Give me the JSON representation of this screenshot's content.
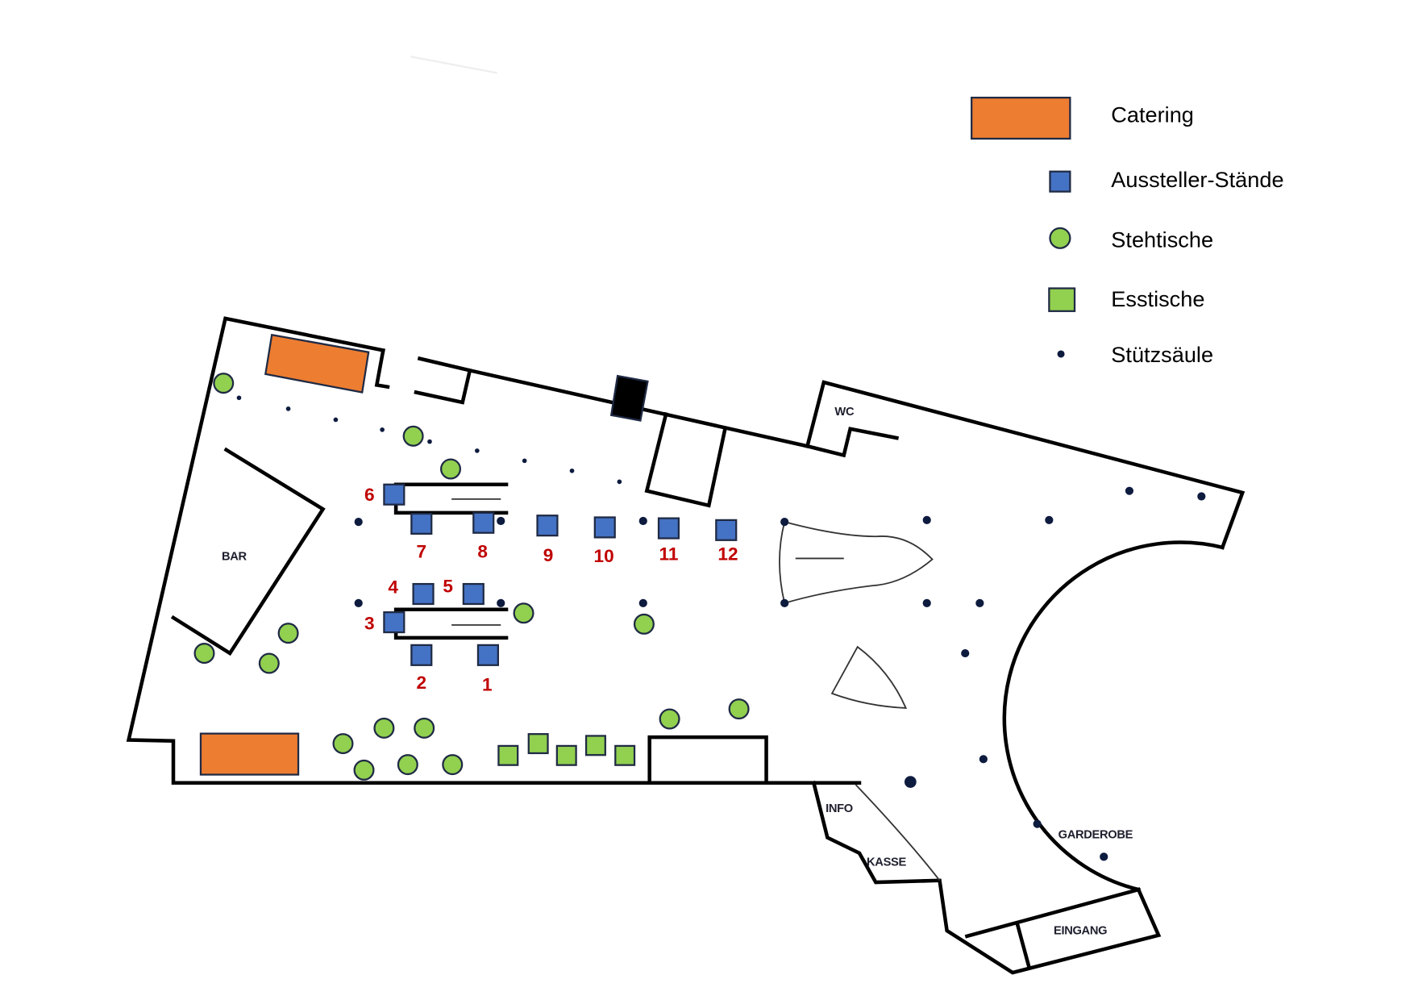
{
  "legend": {
    "items": [
      {
        "key": "catering",
        "label": "Catering",
        "color": "#ed7d31"
      },
      {
        "key": "stands",
        "label": "Aussteller-Stände",
        "color": "#4472c4"
      },
      {
        "key": "standing_tables",
        "label": "Stehtische",
        "color": "#92d050"
      },
      {
        "key": "dining_tables",
        "label": "Esstische",
        "color": "#92d050"
      },
      {
        "key": "pillar",
        "label": "Stützsäule",
        "color": "#0d1b3e"
      }
    ]
  },
  "rooms": {
    "bar": "BAR",
    "wc": "WC",
    "info": "INFO",
    "kasse": "KASSE",
    "garderobe": "GARDEROBE",
    "eingang": "EINGANG"
  },
  "stands": [
    {
      "number": "1"
    },
    {
      "number": "2"
    },
    {
      "number": "3"
    },
    {
      "number": "4"
    },
    {
      "number": "5"
    },
    {
      "number": "6"
    },
    {
      "number": "7"
    },
    {
      "number": "8"
    },
    {
      "number": "9"
    },
    {
      "number": "10"
    },
    {
      "number": "11"
    },
    {
      "number": "12"
    }
  ],
  "colors": {
    "catering": "#ed7d31",
    "stand": "#4472c4",
    "table": "#92d050",
    "outline": "#1f2a44",
    "stand_number": "#c00000",
    "wall": "#000000"
  }
}
